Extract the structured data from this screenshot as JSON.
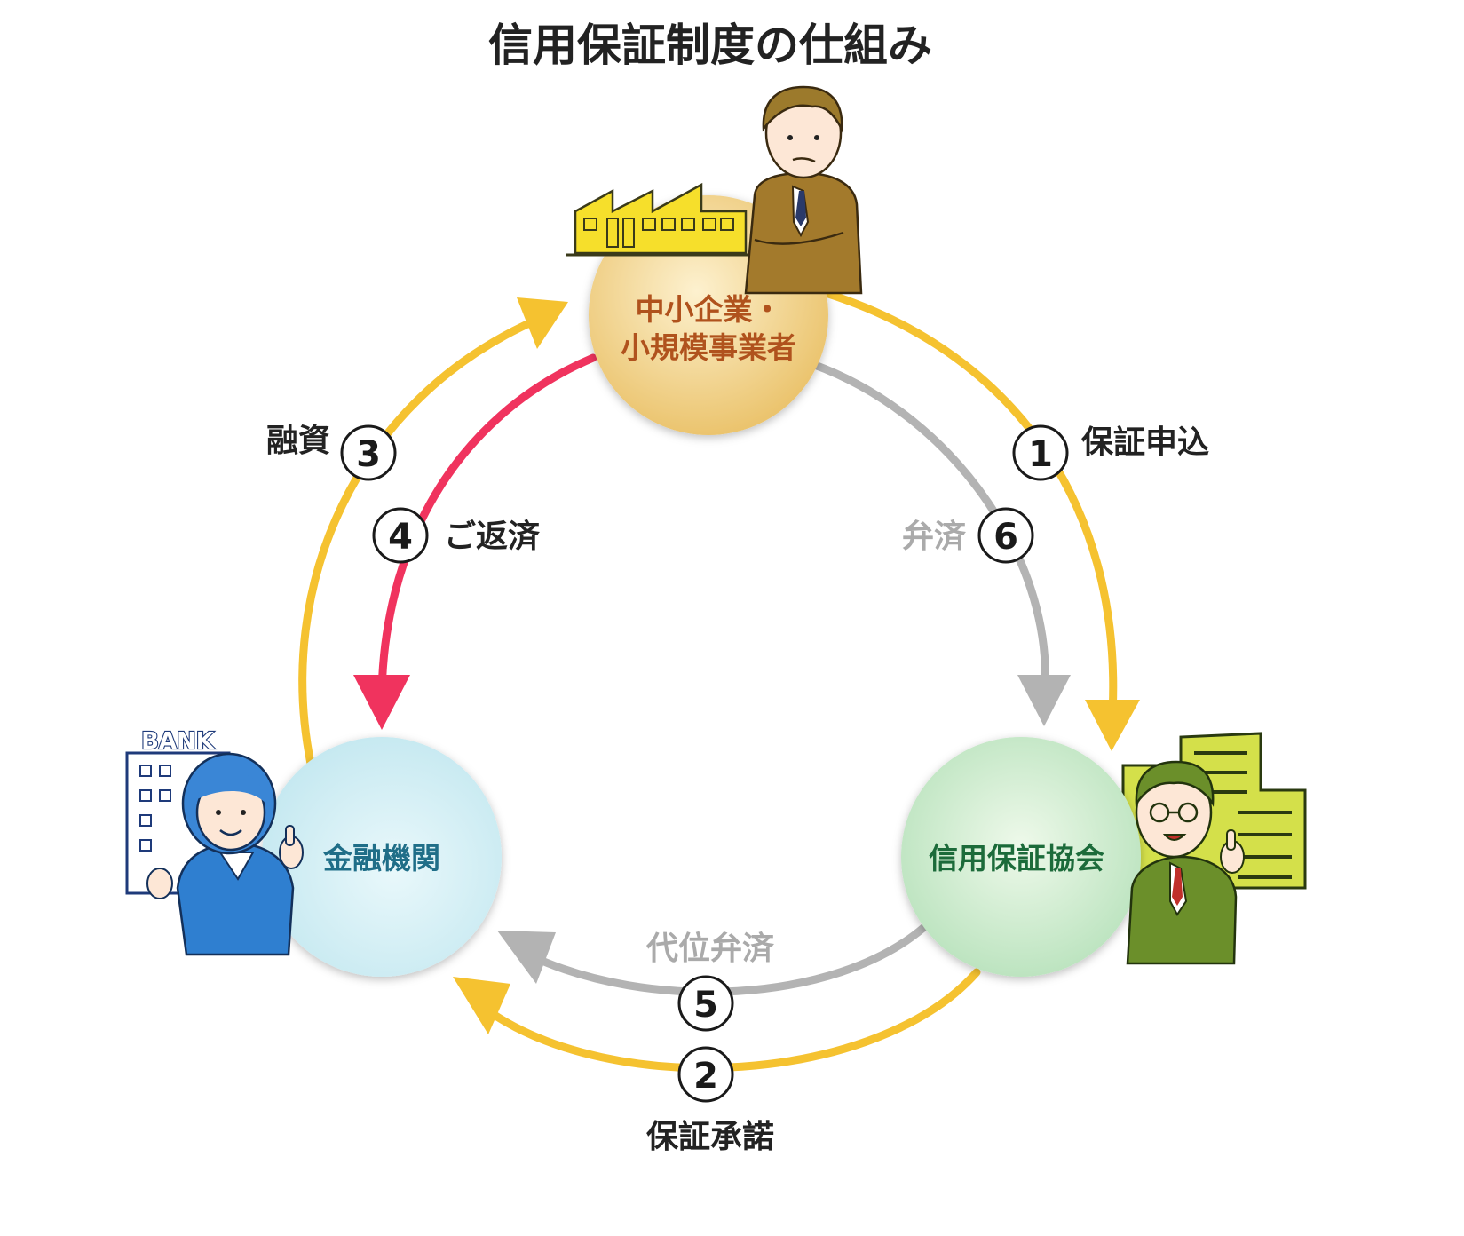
{
  "title": "信用保証制度の仕組み",
  "colors": {
    "yellow_arrow": "#f5c230",
    "gray_arrow": "#b3b3b3",
    "pink_arrow": "#f0335e",
    "company_text": "#b0521d",
    "bank_text": "#1f6e88",
    "association_text": "#1c6b3a",
    "dark_label": "#222222",
    "gray_label": "#aaaaaa"
  },
  "nodes": {
    "company": {
      "line1": "中小企業・",
      "line2": "小規模事業者"
    },
    "bank": {
      "label": "金融機関",
      "sign": "BANK"
    },
    "association": {
      "label": "信用保証協会"
    }
  },
  "steps": {
    "s1": {
      "num": "1",
      "label": "保証申込"
    },
    "s2": {
      "num": "2",
      "label": "保証承諾"
    },
    "s3": {
      "num": "3",
      "label": "融資"
    },
    "s4": {
      "num": "4",
      "label": "ご返済"
    },
    "s5": {
      "num": "5",
      "label": "代位弁済"
    },
    "s6": {
      "num": "6",
      "label": "弁済"
    }
  },
  "icons": {
    "factory": "factory-icon",
    "businessman": "businessman-icon",
    "bank_building": "bank-building-icon",
    "bank_clerk": "bank-clerk-icon",
    "office_building": "office-building-icon",
    "association_staff": "association-staff-icon"
  }
}
